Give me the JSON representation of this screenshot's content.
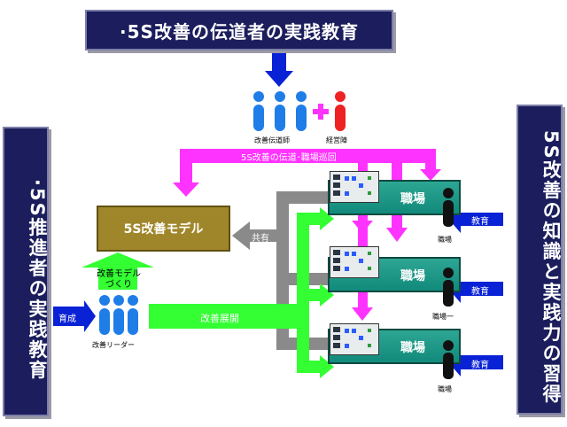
{
  "title": "·5S改善の伝道者の実践教育",
  "left_panel": "·5S推進者の実践教育",
  "right_panel": "5S改善の知識と実践力の習得",
  "model_box": "5S改善モデル",
  "people": {
    "evangelist_label": "改善伝道師",
    "management_label": "経営陣",
    "leader_label": "改善リーダー"
  },
  "arrows": {
    "propagation": "5S改善の伝道･職場巡回",
    "share": "共有",
    "model_making": "改善モデル\nづくり",
    "deployment": "改善展開",
    "training": "育成",
    "education": "教育"
  },
  "workplaces": [
    {
      "label": "職場",
      "worker_label": "職場"
    },
    {
      "label": "職場",
      "worker_label": "職場一"
    },
    {
      "label": "職場",
      "worker_label": "職場"
    }
  ],
  "colors": {
    "navy": "#1b1d5c",
    "magenta": "#ff33ff",
    "green": "#33ff33",
    "blue": "#0a22d6",
    "gray": "#8a8a8a",
    "teal": "#1a9a88",
    "gold": "#a0862a"
  }
}
